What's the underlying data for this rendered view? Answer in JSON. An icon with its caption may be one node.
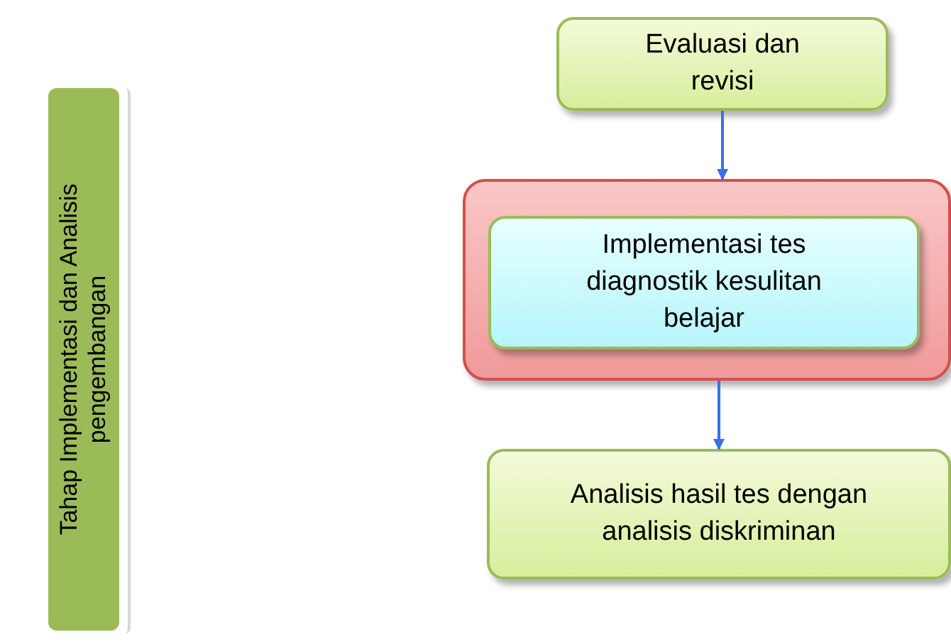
{
  "diagram": {
    "nodes": [
      {
        "text": [
          "Tahap Implementasi dan Analisis pengembangan"
        ]
      },
      {
        "text": [
          "Evaluasi dan revisi"
        ]
      },
      {
        "text": [],
        "shape": "box"
      },
      {
        "text": [
          "Implementasi tes diagnostik kesulitan belajar"
        ],
        "in": 2
      },
      {
        "text": [
          "Analisis hasil tes dengan analisis diskriminan"
        ]
      }
    ],
    "edges": [
      {
        "from": 1,
        "to": 2,
        "arrow": "to"
      },
      {
        "from": 2,
        "to": 4,
        "arrow": "to"
      }
    ]
  }
}
